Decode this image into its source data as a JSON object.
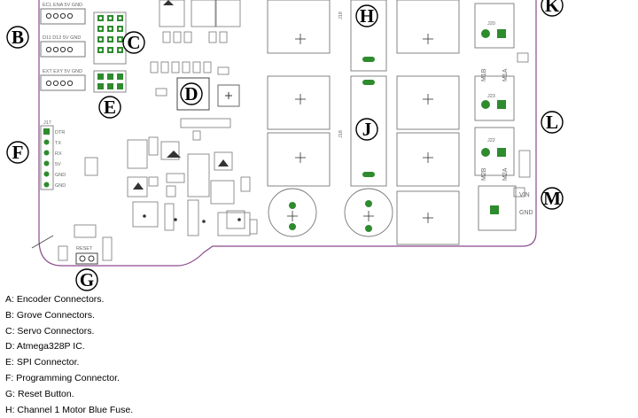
{
  "callouts": [
    "B",
    "C",
    "D",
    "E",
    "F",
    "G",
    "H",
    "J",
    "K",
    "L",
    "M"
  ],
  "pcb_labels": {
    "enc_top": "ECL ENA 5V GND",
    "enc_mid": "D11 D12 5V GND",
    "enc_low": "EXT EXY 5V GND",
    "prog_pins": [
      "DTR",
      "TX",
      "RX",
      "5V",
      "GND",
      "GND"
    ],
    "reset": "RESET",
    "gnd": "GND",
    "vin": "VIN",
    "j17": "J17",
    "j19": "J19",
    "j18": "J18",
    "j20": "J20",
    "j23": "J23",
    "j22": "J22",
    "m1b": "M1B",
    "m1a": "M1A",
    "m2b": "M2B",
    "m2a": "M2A"
  },
  "legend": [
    "A: Encoder Connectors.",
    "B: Grove Connectors.",
    "C: Servo Connectors.",
    "D: Atmega328P IC.",
    "E: SPI Connector.",
    "F: Programming Connector.",
    "G: Reset Button.",
    "H: Channel 1 Motor Blue Fuse."
  ]
}
